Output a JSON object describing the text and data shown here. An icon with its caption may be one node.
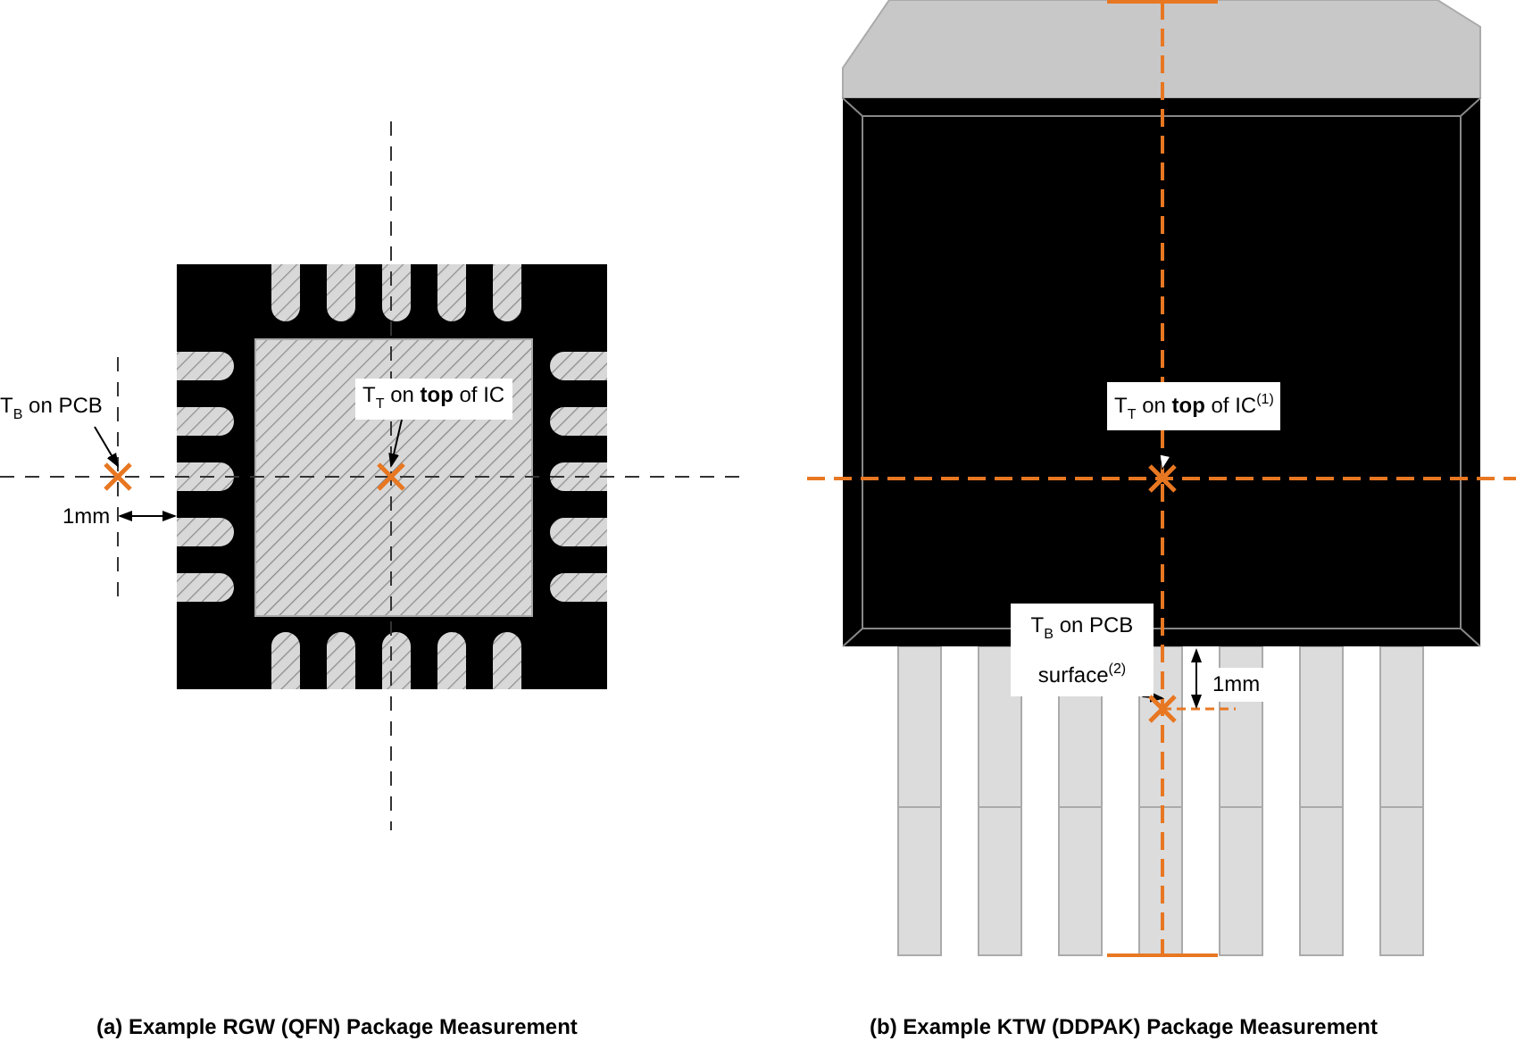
{
  "diagram": {
    "nodes": [
      {
        "text": [
          "T$_{B}$ on PCB"
        ]
      },
      {
        "text": [],
        "shape": "cross"
      },
      {
        "text": [
          "T$_{T}$ on **top** of IC"
        ]
      },
      {
        "text": [],
        "shape": "cross"
      },
      {
        "text": [
          "T$_{T}$ on **top** of IC$^{(1)}$"
        ]
      },
      {
        "text": [],
        "shape": "cross"
      },
      {
        "text": [
          "T$_{B}$ on PCB surface$^{(2)}$"
        ]
      },
      {
        "text": [],
        "shape": "cross"
      }
    ],
    "edges": [
      {
        "from": 0,
        "to": 1,
        "arrow": "to"
      },
      {
        "from": 2,
        "to": 3,
        "arrow": "to"
      },
      {
        "from": 4,
        "to": 5,
        "arrow": "to"
      },
      {
        "from": 6,
        "to": 7,
        "arrow": "to"
      }
    ],
    "labels": [
      "1mm",
      "1mm",
      "(a) Example RGW (QFN) Package Measurement",
      "(b) Example KTW (DDPAK) Package Measurement"
    ]
  }
}
